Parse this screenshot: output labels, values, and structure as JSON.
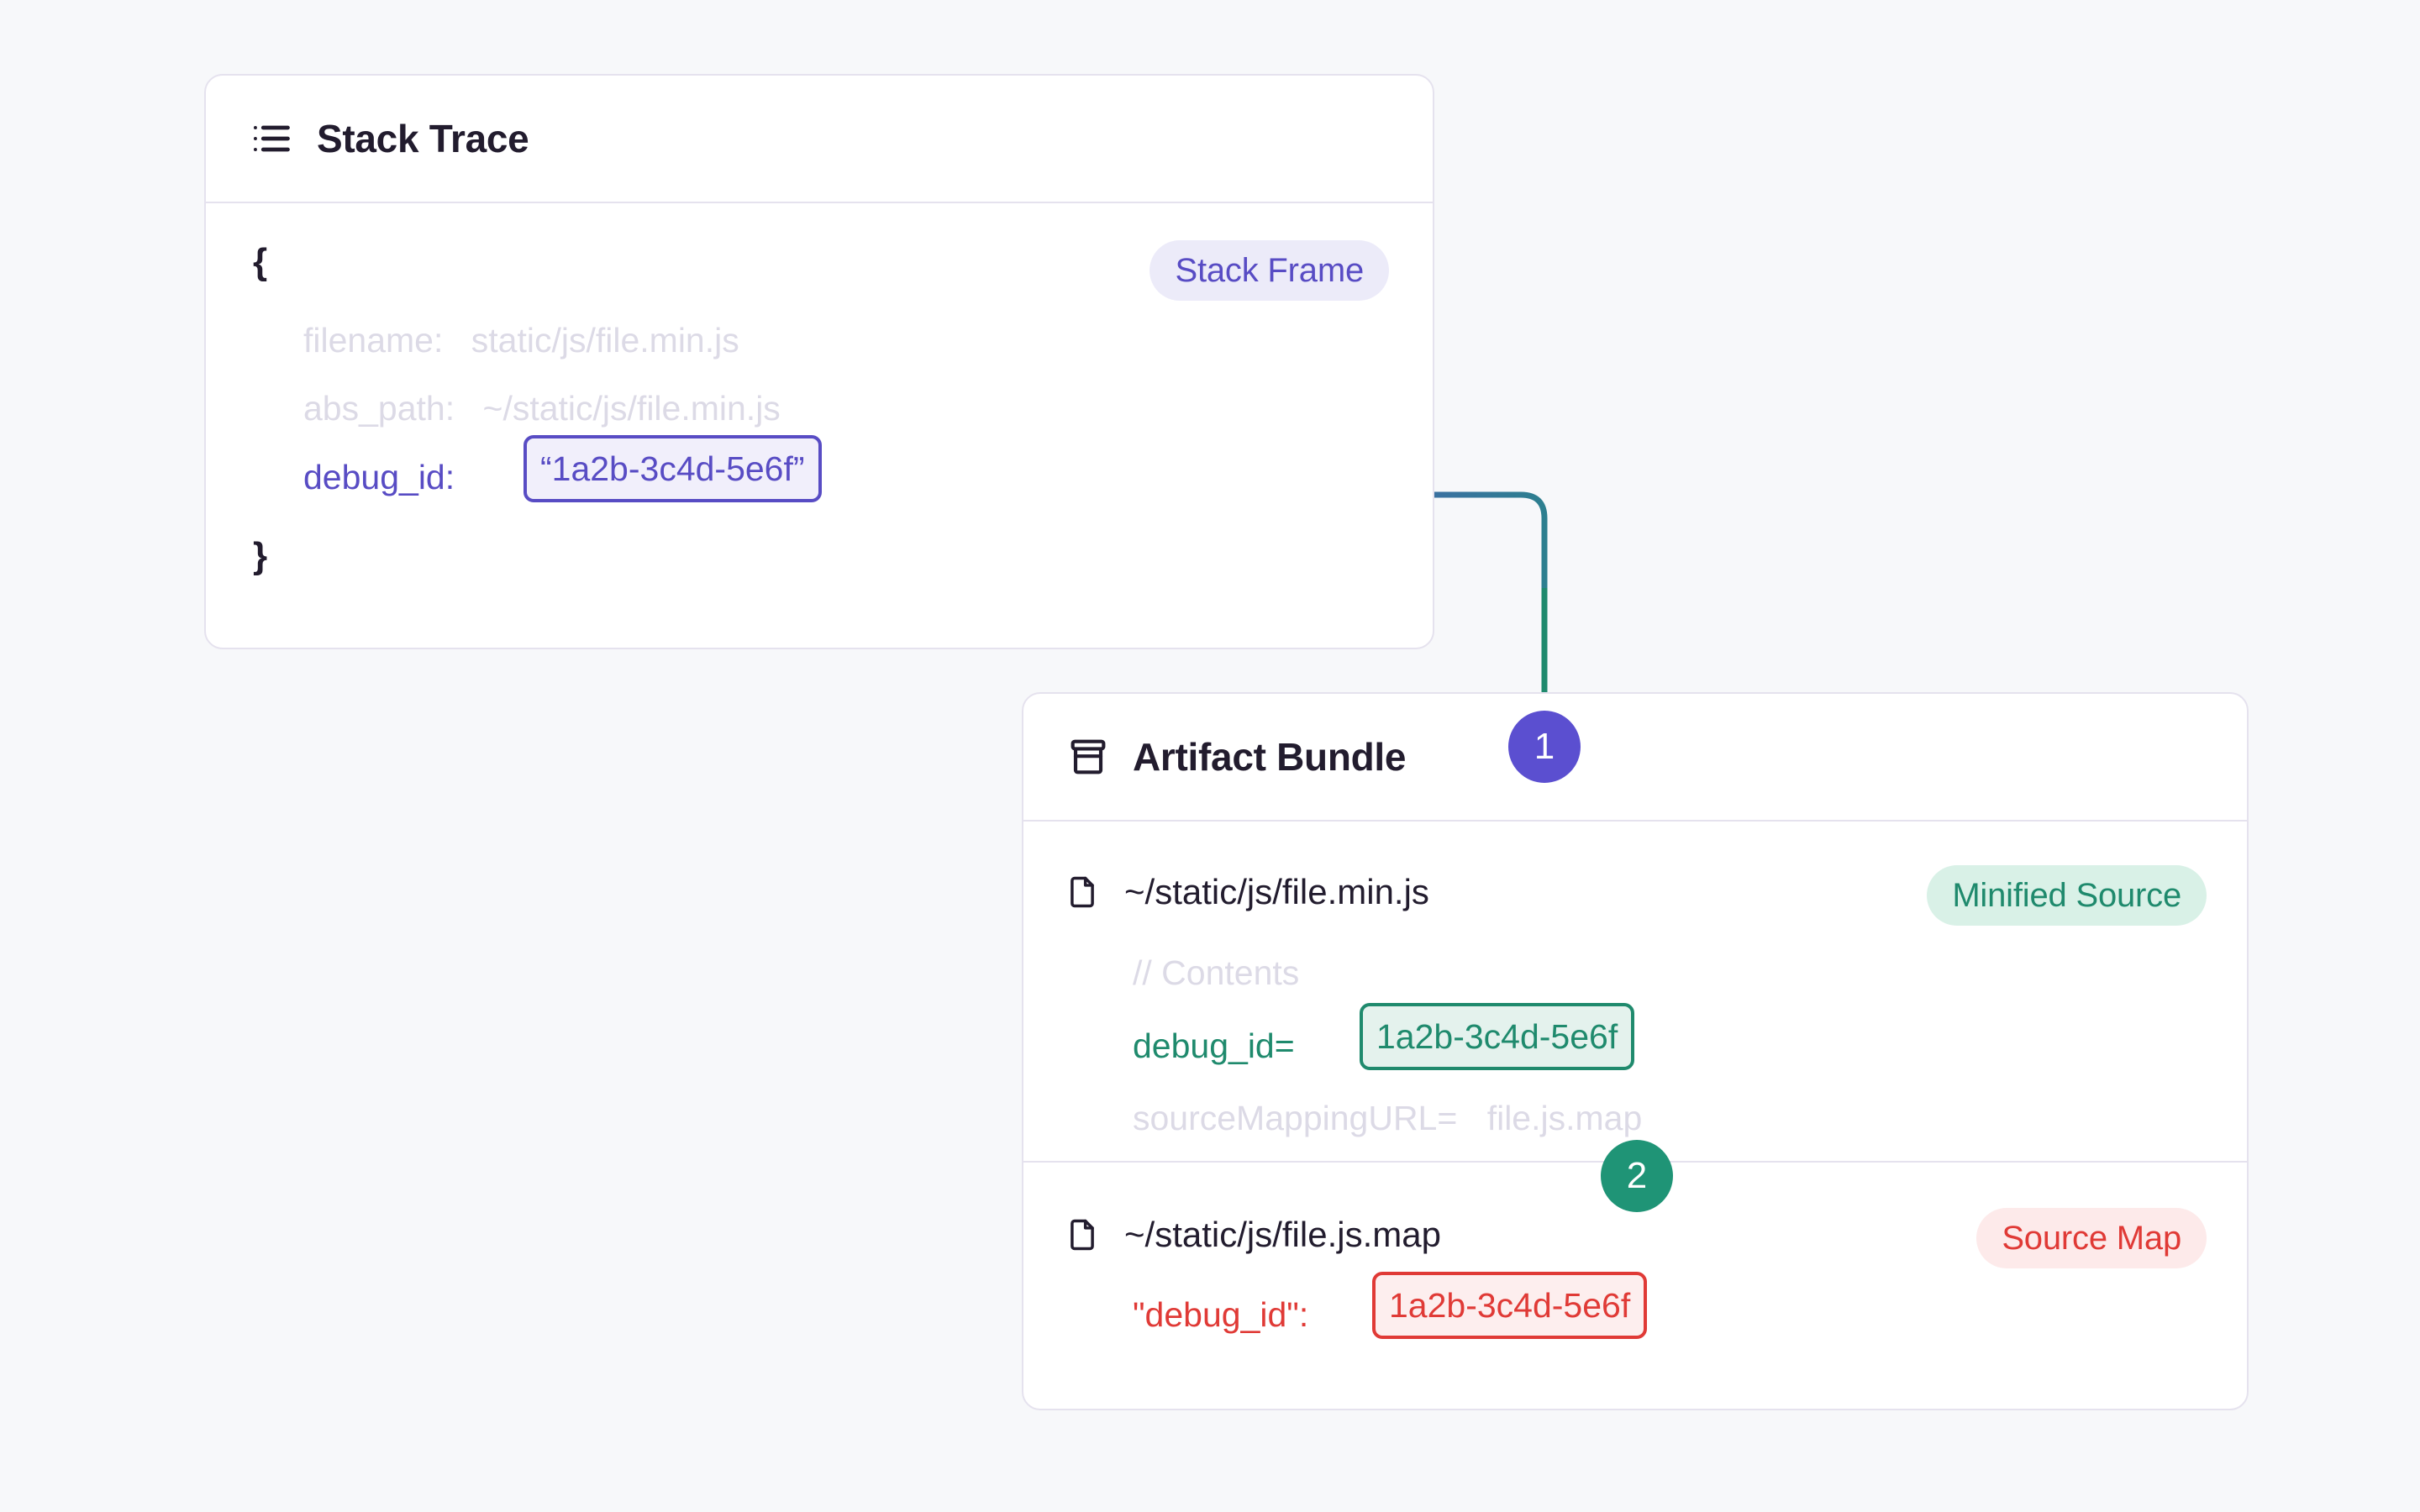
{
  "canvas": {
    "background": "#f7f8fa"
  },
  "colors": {
    "purple": "#584cc4",
    "purple_badge": "#5b4fd0",
    "green": "#1f8a6d",
    "green_badge": "#1f9476",
    "red": "#e03a36",
    "muted": "#dcdae6",
    "ink": "#221c2e",
    "card_border": "#e5e2ee"
  },
  "stack_trace_card": {
    "icon": "list-icon",
    "title": "Stack Trace",
    "badge": {
      "label": "Stack Frame",
      "style": "purple"
    },
    "lines": {
      "open_brace": "{",
      "close_brace": "}",
      "filename_key": "filename:",
      "filename_value": "static/js/file.min.js",
      "abs_path_key": "abs_path:",
      "abs_path_value": "~/static/js/file.min.js",
      "debug_id_key": "debug_id:",
      "debug_id_value": "“1a2b-3c4d-5e6f”"
    }
  },
  "artifact_bundle_card": {
    "icon": "archive-box-icon",
    "title": "Artifact Bundle",
    "entries": [
      {
        "file_icon": "file-icon",
        "path": "~/static/js/file.min.js",
        "badge": {
          "label": "Minified Source",
          "style": "green"
        },
        "lines": [
          {
            "kind": "comment",
            "text": "// Contents"
          },
          {
            "kind": "kv",
            "key": "debug_id=",
            "value": "1a2b-3c4d-5e6f",
            "value_boxed": true,
            "style": "green"
          },
          {
            "kind": "kv-muted",
            "key": "sourceMappingURL=",
            "value": "file.js.map"
          }
        ]
      },
      {
        "file_icon": "file-icon",
        "path": "~/static/js/file.js.map",
        "badge": {
          "label": "Source Map",
          "style": "red"
        },
        "lines": [
          {
            "kind": "kv",
            "key": "\"debug_id\":",
            "value": "1a2b-3c4d-5e6f",
            "value_boxed": true,
            "style": "red"
          }
        ]
      }
    ]
  },
  "connectors": [
    {
      "name": "stack-frame-to-bundle",
      "from": "stack-trace-debug-id-box",
      "to": "minified-source-debug-id-box",
      "step": "1",
      "step_color": "purple"
    },
    {
      "name": "minified-to-sourcemap",
      "from": "minified-source-debug-id-box",
      "to": "sourcemap-debug-id-box",
      "step": "2",
      "step_color": "green"
    }
  ],
  "steps": {
    "one": "1",
    "two": "2"
  }
}
